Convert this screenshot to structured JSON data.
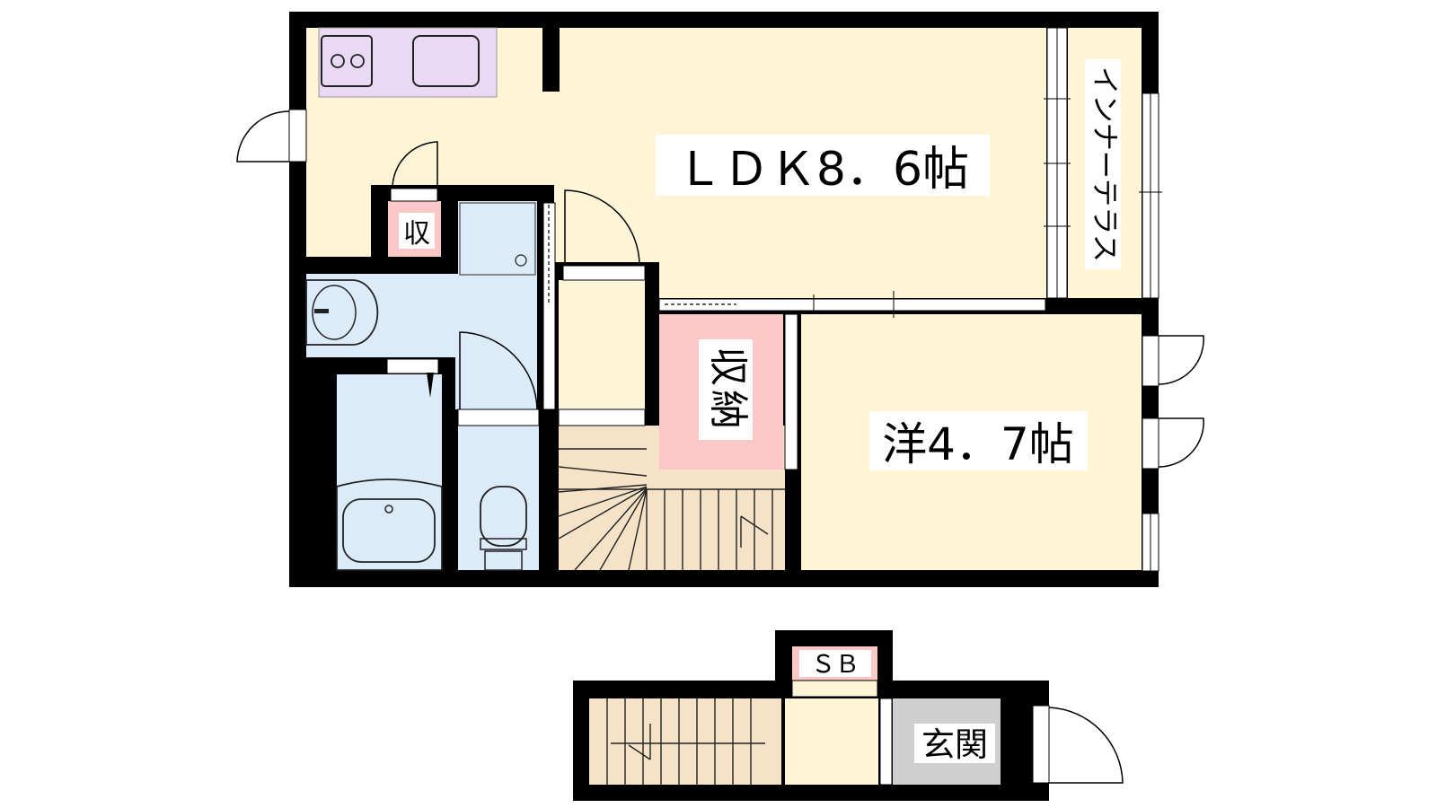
{
  "rooms": {
    "ldk": "ＬＤＫ8．6帖",
    "western": "洋4．7帖",
    "inner_terrace": "インナーテラス",
    "storage_main": "収納",
    "storage_small": "収",
    "shoe_box": "ＳＢ",
    "entrance": "玄関"
  },
  "colors": {
    "wall": "#000000",
    "floor": "#fdf5d6",
    "wet_area": "#dcebfa",
    "kitchen": "#ead9f5",
    "storage": "#fbc7c7",
    "entrance": "#cfcfcf",
    "stairs": "#f6e3c7"
  }
}
